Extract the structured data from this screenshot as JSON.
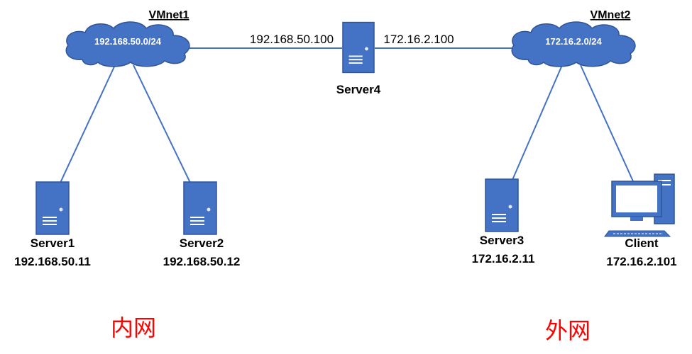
{
  "colors": {
    "node": "#4472C4",
    "node_dark": "#2F5597",
    "link": "#4472C4",
    "zone_text": "#FF0000"
  },
  "networks": [
    {
      "id": "vmnet1",
      "name": "VMnet1",
      "subnet": "192.168.50.0/24"
    },
    {
      "id": "vmnet2",
      "name": "VMnet2",
      "subnet": "172.16.2.0/24"
    }
  ],
  "router": {
    "name": "Server4",
    "ip_left": "192.168.50.100",
    "ip_right": "172.16.2.100"
  },
  "hosts": [
    {
      "id": "server1",
      "name": "Server1",
      "ip": "192.168.50.11",
      "icon": "server-icon"
    },
    {
      "id": "server2",
      "name": "Server2",
      "ip": "192.168.50.12",
      "icon": "server-icon"
    },
    {
      "id": "server3",
      "name": "Server3",
      "ip": "172.16.2.11",
      "icon": "server-icon"
    },
    {
      "id": "client",
      "name": "Client",
      "ip": "172.16.2.101",
      "icon": "desktop-computer-icon"
    }
  ],
  "zones": {
    "inner": "内网",
    "outer": "外网"
  }
}
